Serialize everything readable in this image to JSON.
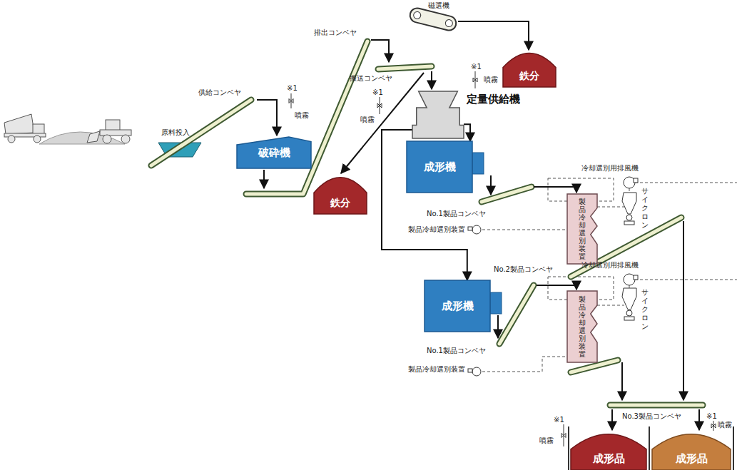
{
  "diagram": {
    "nodes": [
      {
        "text": [
          "破砕機"
        ]
      },
      {
        "text": [
          "鉄分"
        ]
      },
      {
        "text": [
          "定量供給機"
        ]
      },
      {
        "text": [
          "鉄分"
        ]
      },
      {
        "text": [
          "成形機"
        ]
      },
      {
        "text": [
          "製品冷却選別装置"
        ]
      },
      {
        "text": [
          "成形機"
        ]
      },
      {
        "text": [
          "製品冷却選別装置"
        ]
      },
      {
        "text": [
          "成形品"
        ]
      },
      {
        "text": [
          "成形品"
        ]
      }
    ],
    "edges": [
      {
        "from": 2,
        "to": 4,
        "arrow": "to"
      },
      {
        "from": 2,
        "to": 6,
        "arrow": "to"
      }
    ],
    "labels": [
      "磁選機",
      "排出コンベヤ",
      "※1",
      "噴霧",
      "供給コンベヤ",
      "原料投入",
      "搬送コンベヤ",
      "※1",
      "噴霧",
      "※1",
      "噴霧",
      "冷却選別用排風機",
      "サイクロン",
      "No.1製品コンベヤ",
      "製品冷却選別装置",
      "No.2製品コンベヤ",
      "冷却選別用排風機",
      "サイクロン",
      "No.1製品コンベヤ",
      "製品冷却選別装置",
      "※1",
      "噴霧",
      "No.3製品コンベヤ",
      "※1",
      "噴霧"
    ]
  }
}
